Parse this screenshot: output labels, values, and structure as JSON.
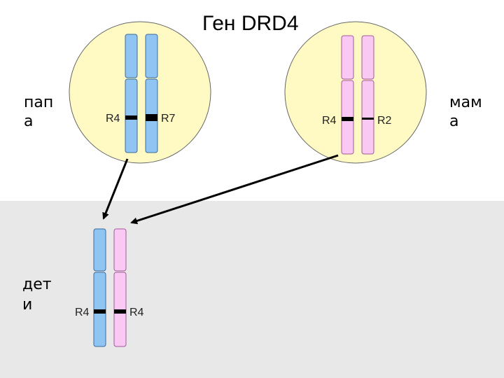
{
  "title": "Ген DRD4",
  "labels": {
    "father_line1": "пап",
    "father_line2": "а",
    "mother_line1": "мам",
    "mother_line2": "а",
    "children_line1": "дет",
    "children_line2": "и"
  },
  "alleles": {
    "father_left": "R4",
    "father_right": "R7",
    "mother_left": "R4",
    "mother_right": "R2",
    "child_left": "R4",
    "child_right": "R4"
  },
  "colors": {
    "cell_fill": "#fff9c4",
    "paternal_chromosome": "#90c4f2",
    "maternal_chromosome": "#f9c8f3",
    "bottom_panel": "#e8e8e8"
  }
}
